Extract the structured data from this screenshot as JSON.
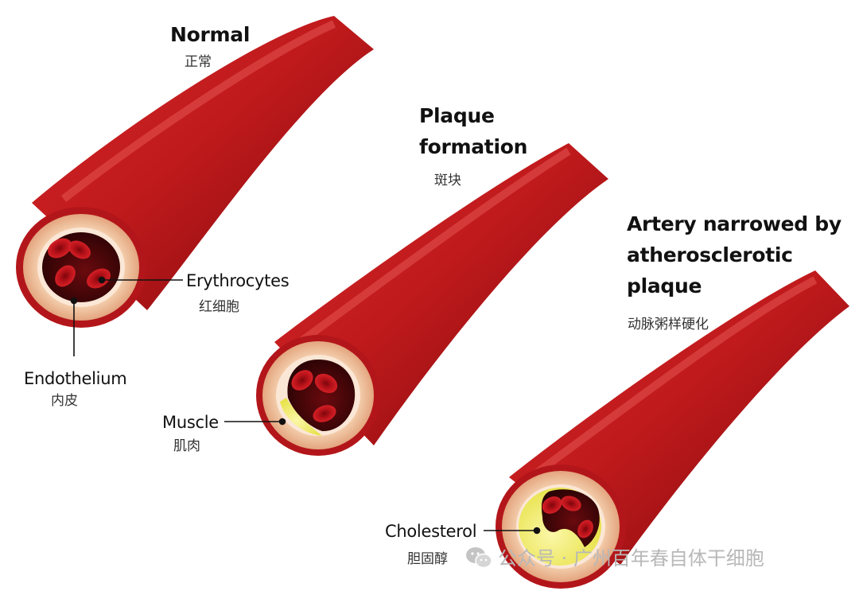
{
  "stages": [
    {
      "title_lines": [
        "Normal"
      ],
      "title_cn": "正常"
    },
    {
      "title_lines": [
        "Plaque",
        "formation"
      ],
      "title_cn": "斑块"
    },
    {
      "title_lines": [
        "Artery narrowed by",
        "atherosclerotic",
        "plaque"
      ],
      "title_cn": "动脉粥样硬化"
    }
  ],
  "labels": {
    "erythrocytes": {
      "en": "Erythrocytes",
      "cn": "红细胞"
    },
    "endothelium": {
      "en": "Endothelium",
      "cn": "内皮"
    },
    "muscle": {
      "en": "Muscle",
      "cn": "肌肉"
    },
    "cholesterol": {
      "en": "Cholesterol",
      "cn": "胆固醇"
    }
  },
  "watermark": {
    "text": "公众号 · 广州百年春自体干细胞",
    "icon": "wechat-icon"
  },
  "colors": {
    "artery": "#c01a1c",
    "artery_dark": "#8e0c10",
    "wall": "#f1c9a4",
    "endothelium_ring": "#fbe7d6",
    "lumen": "#3a0608",
    "cell": "#c8141c",
    "plaque": "#f4f06a"
  }
}
